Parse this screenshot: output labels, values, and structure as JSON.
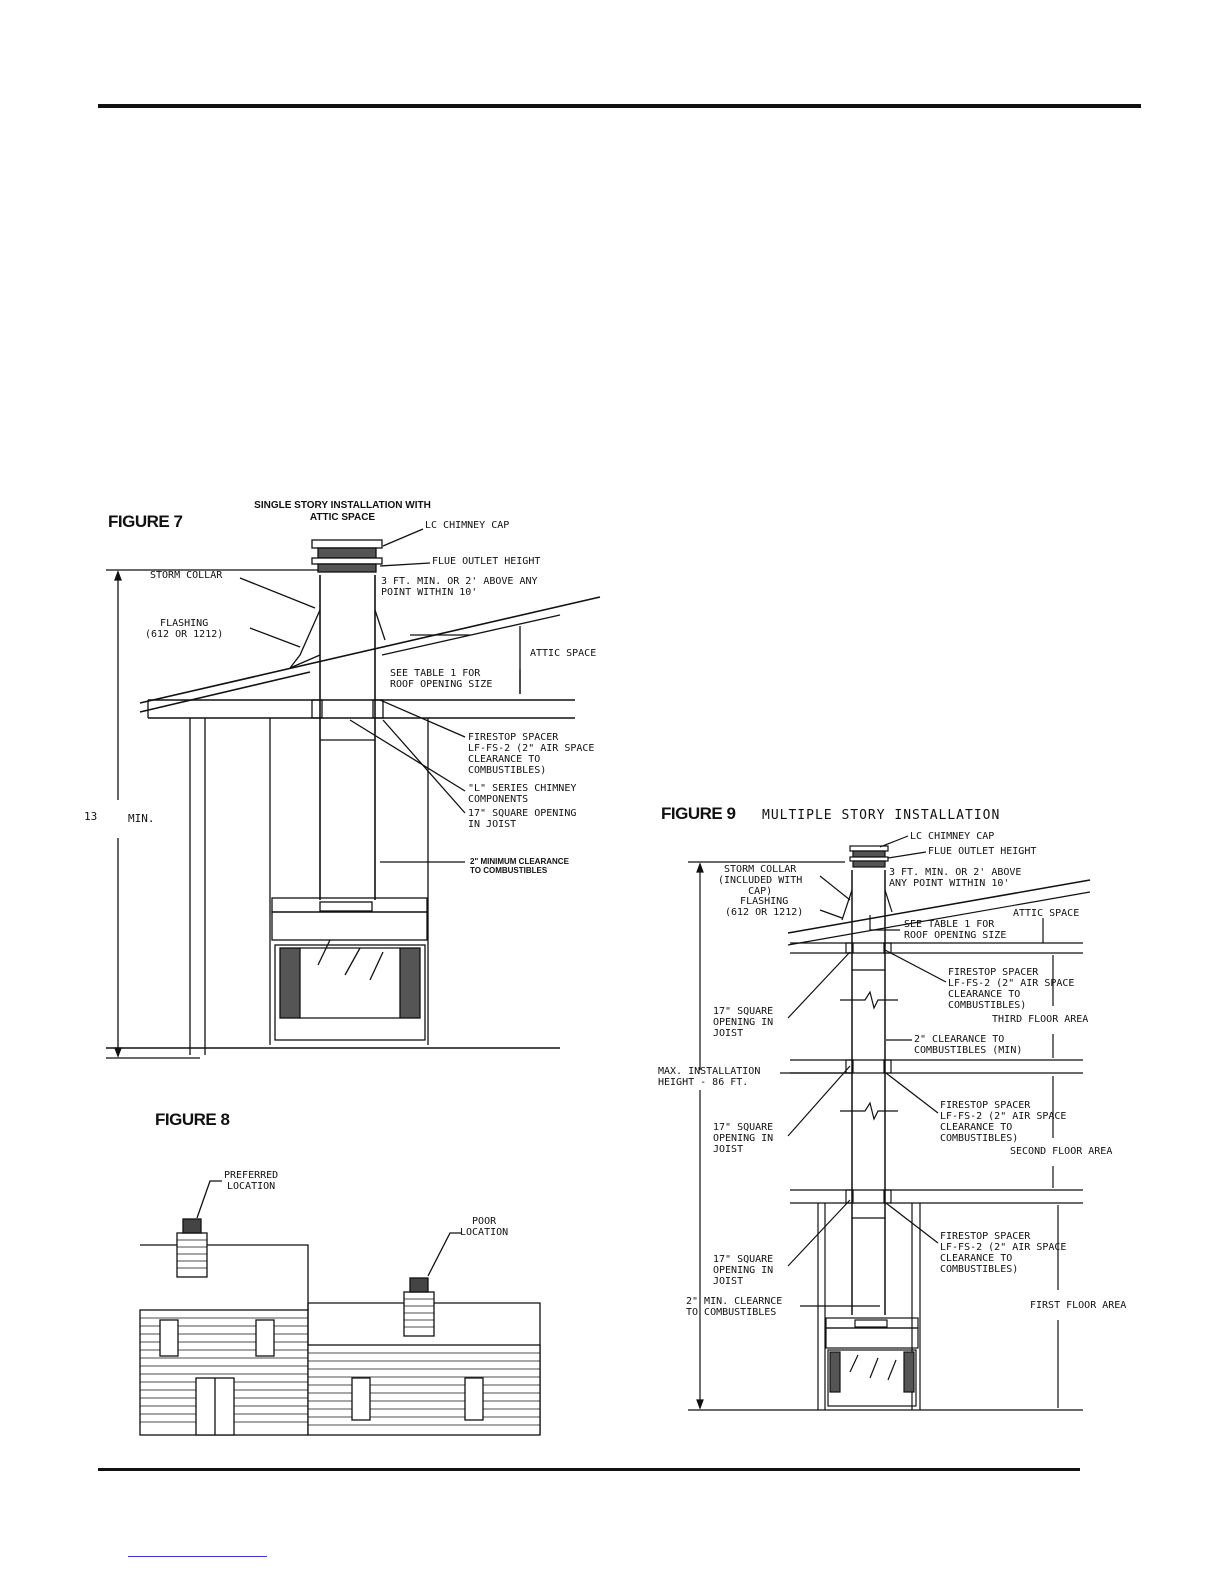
{
  "figure7": {
    "title": "FIGURE 7",
    "heading": "SINGLE STORY INSTALLATION WITH\nATTIC SPACE",
    "labels": {
      "cap": "LC CHIMNEY CAP",
      "flue": "FLUE OUTLET HEIGHT",
      "storm": "STORM COLLAR",
      "min3": "3 FT. MIN. OR 2' ABOVE ANY\nPOINT WITHIN 10'",
      "flashing": "FLASHING\n(612 OR 1212)",
      "attic": "ATTIC SPACE",
      "table": "SEE TABLE 1 FOR\nROOF OPENING SIZE",
      "firestop": "FIRESTOP SPACER\nLF-FS-2 (2\" AIR SPACE\nCLEARANCE TO\nCOMBUSTIBLES)",
      "series": "\"L\" SERIES CHIMNEY\nCOMPONENTS",
      "opening": "17\" SQUARE OPENING\nIN JOIST",
      "clearance": "2\" MINIMUM CLEARANCE\nTO COMBUSTIBLES",
      "height": "13",
      "min": "MIN."
    }
  },
  "figure8": {
    "title": "FIGURE 8",
    "preferred": "PREFERRED\nLOCATION",
    "poor": "POOR\nLOCATION"
  },
  "figure9": {
    "title": "FIGURE 9",
    "heading": "MULTIPLE STORY INSTALLATION",
    "labels": {
      "cap": "LC CHIMNEY CAP",
      "flue": "FLUE OUTLET HEIGHT",
      "storm": "STORM COLLAR\n(INCLUDED WITH\nCAP)",
      "min3": "3 FT. MIN. OR 2' ABOVE\nANY POINT WITHIN 10'",
      "flashing": "FLASHING\n(612 OR 1212)",
      "attic": "ATTIC SPACE",
      "table": "SEE TABLE 1 FOR\nROOF OPENING SIZE",
      "firestop1": "FIRESTOP SPACER\nLF-FS-2 (2\" AIR SPACE\nCLEARANCE TO\nCOMBUSTIBLES)",
      "opening1": "17\" SQUARE\nOPENING IN\nJOIST",
      "third": "THIRD FLOOR AREA",
      "clear2": "2\" CLEARANCE TO\nCOMBUSTIBLES (MIN)",
      "maxh": "MAX. INSTALLATION\nHEIGHT - 86 FT.",
      "firestop2": "FIRESTOP SPACER\nLF-FS-2 (2\" AIR SPACE\nCLEARANCE TO\nCOMBUSTIBLES)",
      "opening2": "17\" SQUARE\nOPENING IN\nJOIST",
      "second": "SECOND FLOOR AREA",
      "firestop3": "FIRESTOP SPACER\nLF-FS-2 (2\" AIR SPACE\nCLEARANCE TO\nCOMBUSTIBLES)",
      "opening3": "17\" SQUARE\nOPENING IN\nJOIST",
      "minclr": "2\" MIN. CLEARNCE\nTO COMBUSTIBLES",
      "first": "FIRST FLOOR AREA"
    }
  }
}
